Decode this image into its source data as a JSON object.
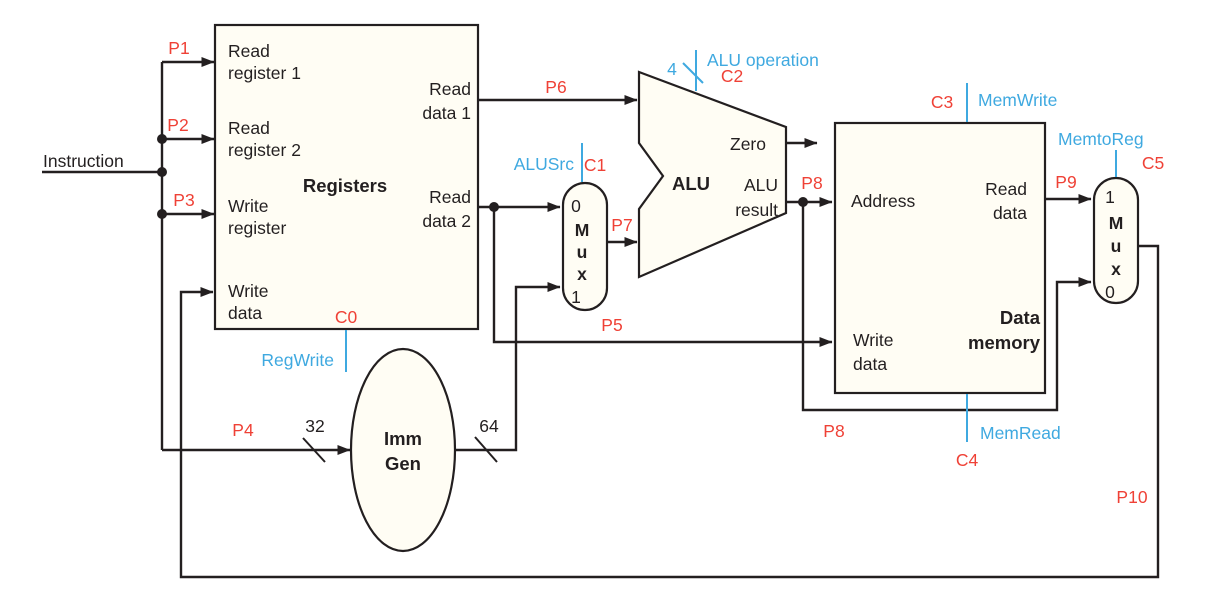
{
  "figure": {
    "type": "single-cycle-datapath-load-store-diagram",
    "instruction_label": "Instruction"
  },
  "components": {
    "registers": {
      "title": "Registers",
      "read_register_1": [
        "Read",
        "register 1"
      ],
      "read_register_2": [
        "Read",
        "register 2"
      ],
      "write_register": [
        "Write",
        "register"
      ],
      "write_data": [
        "Write",
        "data"
      ],
      "read_data_1": [
        "Read",
        "data 1"
      ],
      "read_data_2": [
        "Read",
        "data 2"
      ]
    },
    "alusrc_mux": [
      "0",
      "M",
      "u",
      "x",
      "1"
    ],
    "alu": {
      "title": "ALU",
      "zero_output": "Zero",
      "result_output": [
        "ALU",
        "result"
      ]
    },
    "imm_gen": {
      "title": [
        "Imm",
        "Gen"
      ],
      "input_bus_width": "32",
      "output_bus_width": "64"
    },
    "data_memory": {
      "title": [
        "Data",
        "memory"
      ],
      "address": "Address",
      "read_data": [
        "Read",
        "data"
      ],
      "write_data": [
        "Write",
        "data"
      ]
    },
    "memtoreg_mux": [
      "1",
      "M",
      "u",
      "x",
      "0"
    ]
  },
  "wire_labels": {
    "p1": "P1",
    "p2": "P2",
    "p3": "P3",
    "p4": "P4",
    "p5": "P5",
    "p6": "P6",
    "p7": "P7",
    "p8": "P8",
    "p8_memory_bypass": "P8",
    "p9": "P9",
    "p10": "P10"
  },
  "control_signals": {
    "c0": {
      "id": "C0",
      "name": "RegWrite"
    },
    "c1": {
      "id": "C1",
      "name": "ALUSrc"
    },
    "c2": {
      "id": "C2",
      "name": "ALU operation",
      "bus_width": "4"
    },
    "c3": {
      "id": "C3",
      "name": "MemWrite"
    },
    "c4": {
      "id": "C4",
      "name": "MemRead"
    },
    "c5": {
      "id": "C5",
      "name": "MemtoReg"
    }
  },
  "colors": {
    "wire": "#231f20",
    "label_red": "#ef4136",
    "control_blue": "#3fa9e0",
    "component_fill": "#fffdf4"
  }
}
